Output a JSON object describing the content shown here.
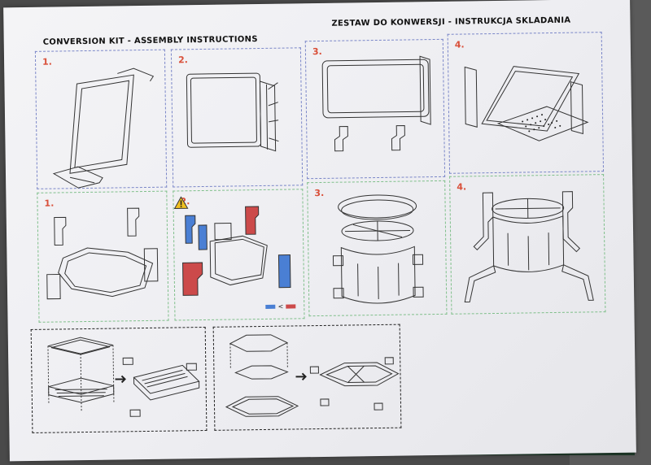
{
  "header": {
    "title_en": "CONVERSION KIT - ASSEMBLY INSTRUCTIONS",
    "title_pl": "ZESTAW DO KONWERSJI - INSTRUKCJA SKLADANIA"
  },
  "row1": {
    "steps": [
      "1.",
      "2.",
      "3.",
      "4."
    ]
  },
  "row2": {
    "steps": [
      "1.",
      "2.",
      "3.",
      "4."
    ],
    "legend_symbol": "<"
  },
  "colors": {
    "step_number": "#d9503a",
    "blue_part": "#4a7fd4",
    "red_part": "#cc4a4a",
    "row1_border": "#7a86c8",
    "row2_border": "#7fbf8a",
    "warning": "#f0c020"
  },
  "icons": [
    "warning-icon",
    "arrow-right-icon"
  ]
}
